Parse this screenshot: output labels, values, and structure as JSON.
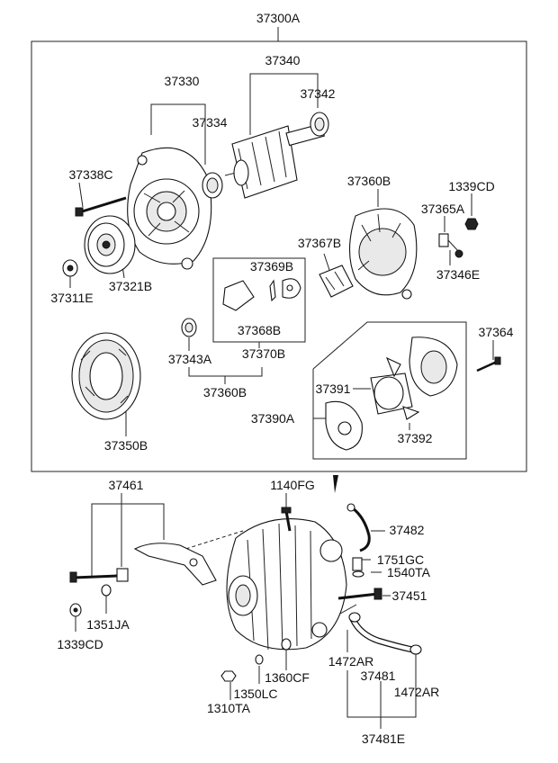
{
  "assembly": "37300A",
  "labels": {
    "p37340": "37340",
    "p37330": "37330",
    "p37342": "37342",
    "p37334": "37334",
    "p37338C": "37338C",
    "p37360B_top": "37360B",
    "p1339CD_top": "1339CD",
    "p37365A": "37365A",
    "p37367B": "37367B",
    "p37369B": "37369B",
    "p37346E": "37346E",
    "p37311E": "37311E",
    "p37321B": "37321B",
    "p37368B": "37368B",
    "p37364": "37364",
    "p37343A": "37343A",
    "p37370B": "37370B",
    "p37360B_bot": "37360B",
    "p37391": "37391",
    "p37390A": "37390A",
    "p37392": "37392",
    "p37350B": "37350B",
    "p37461": "37461",
    "p1140FG": "1140FG",
    "p37482": "37482",
    "p1751GC": "1751GC",
    "p1540TA": "1540TA",
    "p37451": "37451",
    "p1351JA": "1351JA",
    "p1339CD_bot": "1339CD",
    "p1472AR_left": "1472AR",
    "p37481": "37481",
    "p1360CF": "1360CF",
    "p1472AR_right": "1472AR",
    "p1350LC": "1350LC",
    "p1310TA": "1310TA",
    "p37481E": "37481E"
  }
}
